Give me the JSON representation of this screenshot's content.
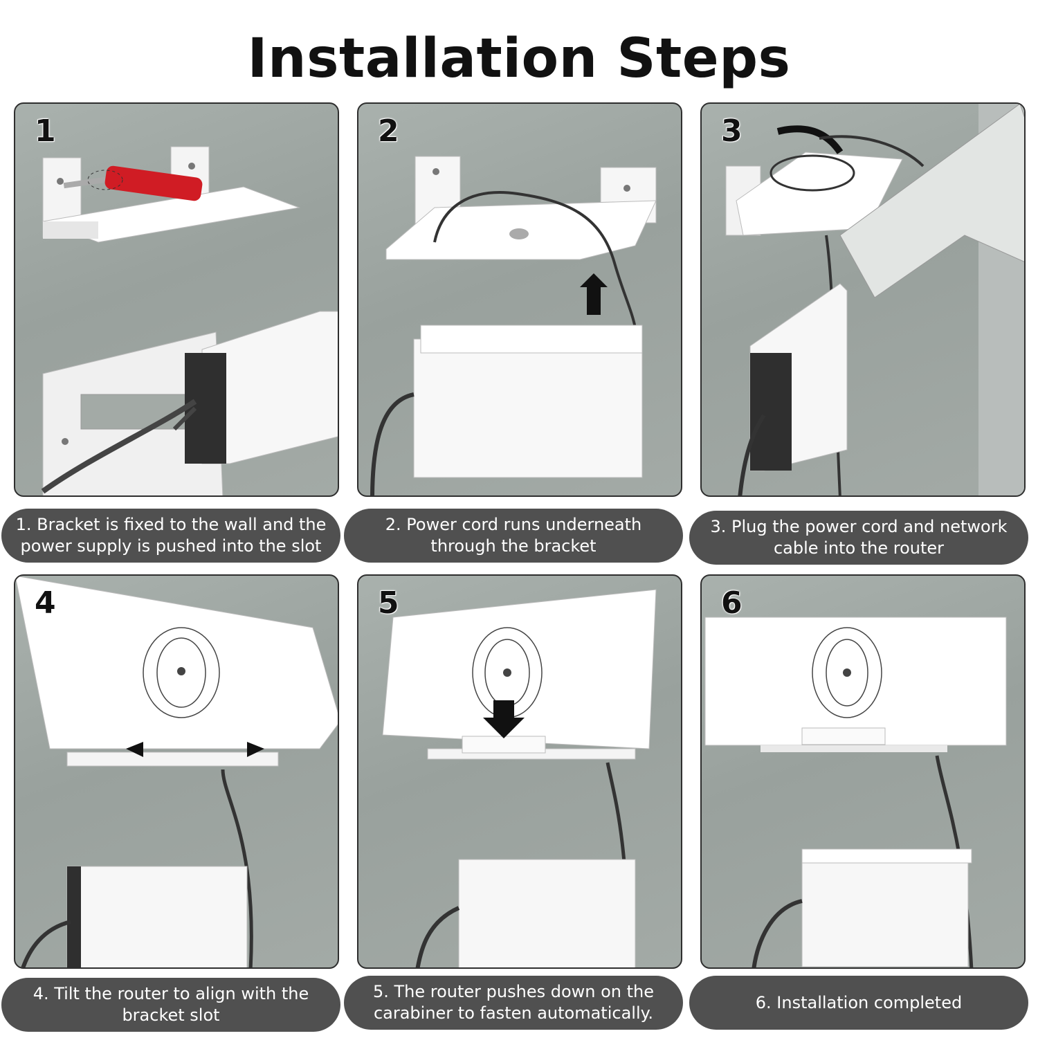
{
  "title": "Installation Steps",
  "steps": [
    {
      "number": "1",
      "caption": "1. Bracket is fixed to the wall and the\npower supply is pushed into the slot"
    },
    {
      "number": "2",
      "caption": "2. Power cord runs underneath\nthrough the bracket"
    },
    {
      "number": "3",
      "caption": "3. Plug the power cord and network\ncable into the router"
    },
    {
      "number": "4",
      "caption": "4. Tilt the router to align with the\nbracket slot"
    },
    {
      "number": "5",
      "caption": "5. The router pushes down on the\ncarabiner to fasten automatically."
    },
    {
      "number": "6",
      "caption": "6. Installation completed"
    }
  ],
  "colors": {
    "wall": "#a3aaa6",
    "caption_bg": "#505050",
    "screwdriver_handle": "#d01c24"
  },
  "icons": [
    "screwdriver-icon",
    "arrow-up-icon",
    "arrow-down-icon",
    "wifi-logo-icon"
  ]
}
